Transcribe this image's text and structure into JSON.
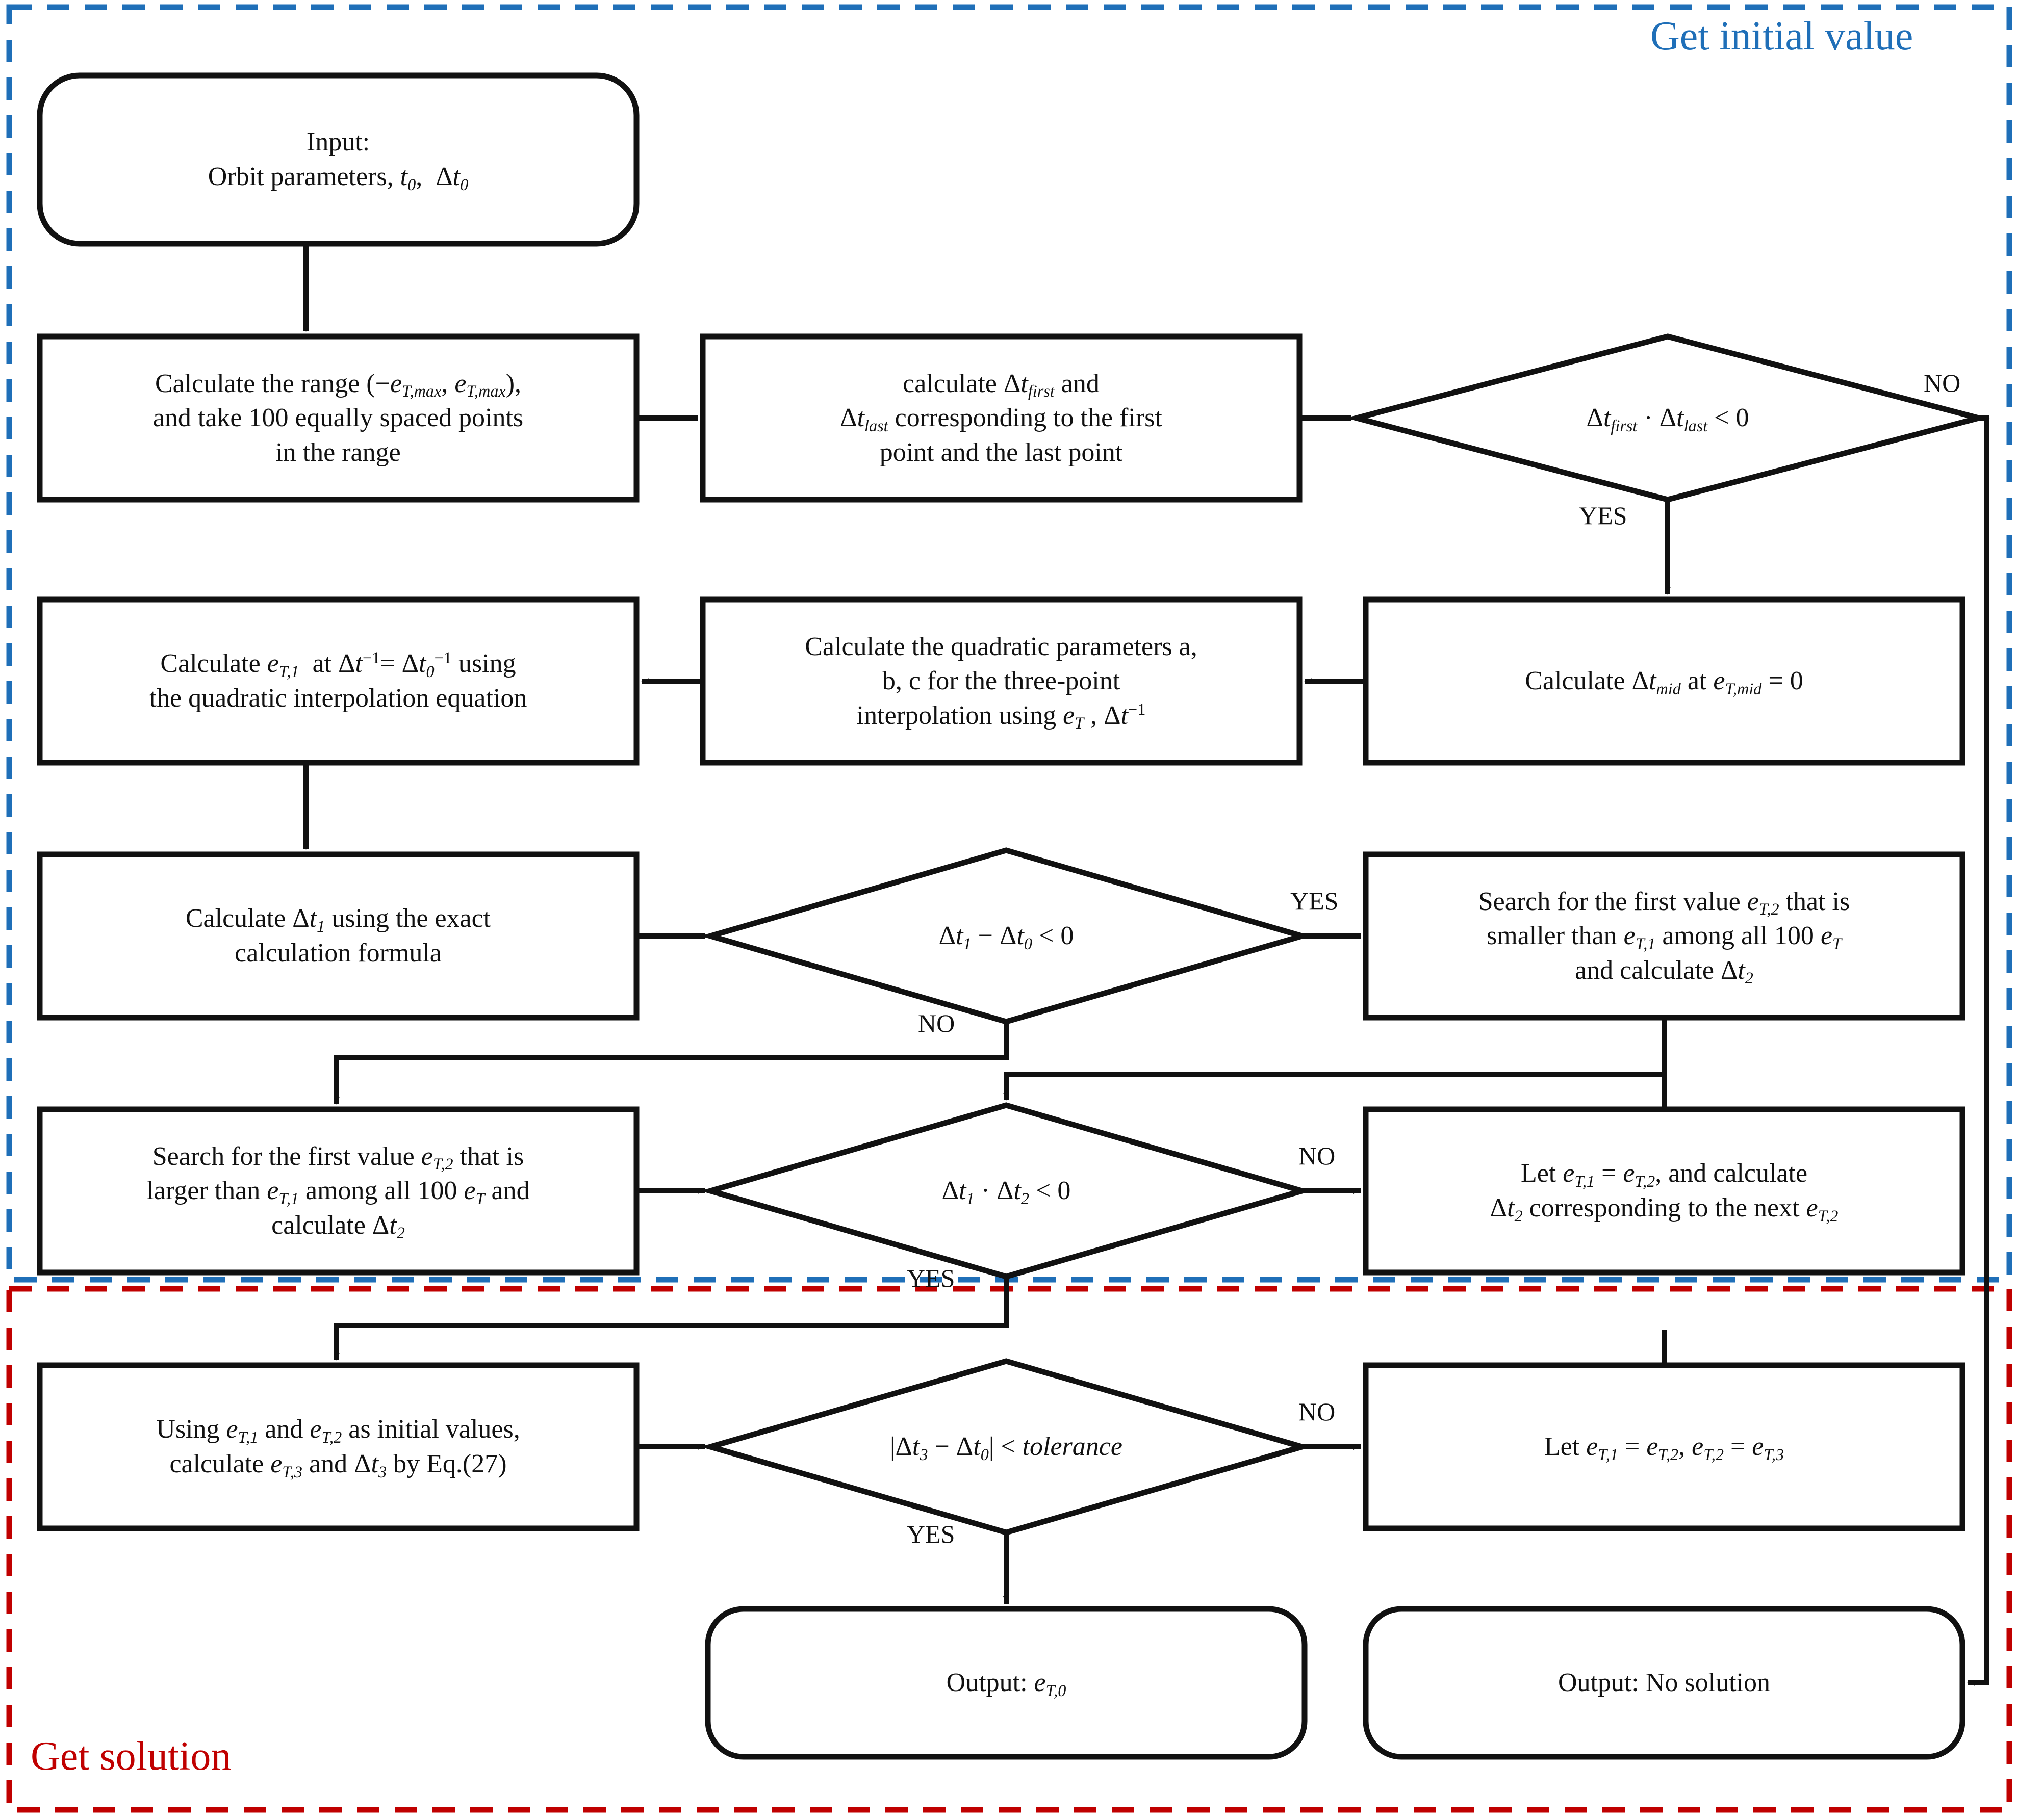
{
  "figure": {
    "type": "flowchart",
    "title": "Algorithm flowchart for obtaining the initial value and the solution"
  },
  "zones": [
    {
      "id": "get-initial-value",
      "label": "Get initial value",
      "color": "#1f6fb8",
      "border_style": "dashed",
      "label_position": "top-right"
    },
    {
      "id": "get-solution",
      "label": "Get solution",
      "color": "#c00000",
      "border_style": "dashed",
      "label_position": "bottom-left"
    }
  ],
  "nodes": [
    {
      "id": "input",
      "shape": "terminator",
      "zone": "get-initial-value",
      "text": "Input:\nOrbit parameters, t0, Δt0",
      "lines": [
        "Input:",
        "Orbit parameters, t₀, Δt₀"
      ]
    },
    {
      "id": "calc-range",
      "shape": "process",
      "zone": "get-initial-value",
      "text": "Calculate the range (−eT,max, eT,max), and take 100 equally spaced points in the range",
      "lines": [
        "Calculate the range (−e_T,max , e_T,max ),",
        "and take 100 equally spaced points",
        "in the range"
      ]
    },
    {
      "id": "calc-first-last",
      "shape": "process",
      "zone": "get-initial-value",
      "text": "calculate Δtfirst and Δtlast corresponding to the first point and the last point",
      "lines": [
        "calculate Δt_first and",
        "Δt_last corresponding to the first",
        "point and the last point"
      ]
    },
    {
      "id": "dec-first-last",
      "shape": "decision",
      "zone": "get-initial-value",
      "text": "Δtfirst · Δtlast < 0"
    },
    {
      "id": "calc-mid",
      "shape": "process",
      "zone": "get-initial-value",
      "text": "Calculate Δtmid at eT,mid = 0"
    },
    {
      "id": "calc-abc",
      "shape": "process",
      "zone": "get-initial-value",
      "text": "Calculate the quadratic parameters a, b, c for the three-point interpolation using eT , Δt⁻¹",
      "lines": [
        "Calculate the quadratic parameters a,",
        "b, c for the three-point",
        "interpolation using e_T , Δt⁻¹"
      ]
    },
    {
      "id": "calc-et1",
      "shape": "process",
      "zone": "get-initial-value",
      "text": "Calculate eT,1 at Δt⁻¹ = Δt0⁻¹ using the quadratic interpolation equation",
      "lines": [
        "Calculate e_T,1 at Δt⁻¹ = Δt₀⁻¹ using",
        "the quadratic interpolation equation"
      ]
    },
    {
      "id": "calc-dt1",
      "shape": "process",
      "zone": "get-initial-value",
      "text": "Calculate Δt1 using the exact calculation formula",
      "lines": [
        "Calculate Δt₁ using the exact",
        "calculation formula"
      ]
    },
    {
      "id": "dec-dt1-dt0",
      "shape": "decision",
      "zone": "get-initial-value",
      "text": "Δt1 − Δt0 < 0"
    },
    {
      "id": "search-smaller",
      "shape": "process",
      "zone": "get-initial-value",
      "text": "Search for the first value eT,2 that is smaller than eT,1 among all 100 eT and calculate Δt2",
      "lines": [
        "Search for the first value e_T,2 that is",
        "smaller than e_T,1 among all 100 e_T",
        "and calculate Δt₂"
      ]
    },
    {
      "id": "search-larger",
      "shape": "process",
      "zone": "get-initial-value",
      "text": "Search for the first value eT,2 that is larger than eT,1 among all 100 eT and calculate Δt2",
      "lines": [
        "Search for the first value e_T,2 that is",
        "larger than e_T,1 among all 100 e_T and",
        "calculate Δt₂"
      ]
    },
    {
      "id": "dec-dt1dt2",
      "shape": "decision",
      "zone": "get-initial-value",
      "text": "Δt1 · Δt2 < 0"
    },
    {
      "id": "let-next",
      "shape": "process",
      "zone": "get-initial-value",
      "text": "Let eT,1 = eT,2, and calculate Δt2 corresponding to the next eT,2",
      "lines": [
        "Let e_T,1 = e_T,2, and calculate",
        "Δt₂ corresponding to the next e_T,2"
      ]
    },
    {
      "id": "calc-et3",
      "shape": "process",
      "zone": "get-solution",
      "text": "Using eT,1 and eT,2 as initial values, calculate eT,3 and Δt3 by Eq.(27)",
      "lines": [
        "Using e_T,1 and e_T,2 as initial values,",
        "calculate e_T,3 and Δt₃ by Eq.(27)"
      ]
    },
    {
      "id": "dec-tolerance",
      "shape": "decision",
      "zone": "get-solution",
      "text": "|Δt3 − Δt0| < tolerance"
    },
    {
      "id": "let-shift",
      "shape": "process",
      "zone": "get-solution",
      "text": "Let eT,1 = eT,2, eT,2 = eT,3"
    },
    {
      "id": "output-et0",
      "shape": "terminator",
      "zone": "get-solution",
      "text": "Output: eT,0"
    },
    {
      "id": "output-no-solution",
      "shape": "terminator",
      "zone": "get-solution",
      "text": "Output: No solution"
    }
  ],
  "edge_labels": {
    "first_last_no": "NO",
    "first_last_yes": "YES",
    "dt1_dt0_yes": "YES",
    "dt1_dt0_no": "NO",
    "dt1dt2_no": "NO",
    "dt1dt2_yes": "YES",
    "tolerance_no": "NO",
    "tolerance_yes": "YES"
  },
  "edges": [
    {
      "from": "input",
      "to": "calc-range",
      "label": ""
    },
    {
      "from": "calc-range",
      "to": "calc-first-last",
      "label": ""
    },
    {
      "from": "calc-first-last",
      "to": "dec-first-last",
      "label": ""
    },
    {
      "from": "dec-first-last",
      "to": "output-no-solution",
      "label": "NO"
    },
    {
      "from": "dec-first-last",
      "to": "calc-mid",
      "label": "YES"
    },
    {
      "from": "calc-mid",
      "to": "calc-abc",
      "label": ""
    },
    {
      "from": "calc-abc",
      "to": "calc-et1",
      "label": ""
    },
    {
      "from": "calc-et1",
      "to": "calc-dt1",
      "label": ""
    },
    {
      "from": "calc-dt1",
      "to": "dec-dt1-dt0",
      "label": ""
    },
    {
      "from": "dec-dt1-dt0",
      "to": "search-smaller",
      "label": "YES"
    },
    {
      "from": "dec-dt1-dt0",
      "to": "search-larger",
      "label": "NO"
    },
    {
      "from": "search-larger",
      "to": "dec-dt1dt2",
      "label": ""
    },
    {
      "from": "search-smaller",
      "to": "dec-dt1dt2",
      "label": ""
    },
    {
      "from": "dec-dt1dt2",
      "to": "let-next",
      "label": "NO"
    },
    {
      "from": "let-next",
      "to": "dec-dt1dt2",
      "label": ""
    },
    {
      "from": "dec-dt1dt2",
      "to": "calc-et3",
      "label": "YES"
    },
    {
      "from": "calc-et3",
      "to": "dec-tolerance",
      "label": ""
    },
    {
      "from": "dec-tolerance",
      "to": "let-shift",
      "label": "NO"
    },
    {
      "from": "let-shift",
      "to": "calc-et3",
      "label": ""
    },
    {
      "from": "dec-tolerance",
      "to": "output-et0",
      "label": "YES"
    }
  ],
  "colors": {
    "stroke": "#111111",
    "zone_initial": "#1f6fb8",
    "zone_solution": "#c00000",
    "background": "#ffffff"
  }
}
